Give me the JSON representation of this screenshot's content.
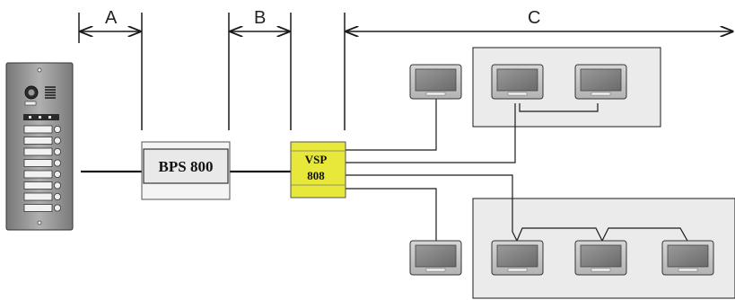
{
  "dimensions": {
    "a_label": "A",
    "b_label": "B",
    "c_label": "C"
  },
  "devices": {
    "power_supply": {
      "label": "BPS 800"
    },
    "splitter": {
      "line1": "VSP",
      "line2": "808",
      "color": "#e8e83a"
    }
  },
  "panel": {
    "name_button_count": 8,
    "icons": [
      "camera-icon",
      "speaker-grille-icon"
    ]
  },
  "monitors": {
    "count": 7,
    "group_top_count": 2,
    "group_bottom_count": 3,
    "single_count": 2
  },
  "colors": {
    "line": "#1a1a1a",
    "group_bg": "#ebebeb",
    "monitor_body": "#c9c9c9",
    "monitor_screen": "#808080",
    "panel_body": "#8f8f8f",
    "splitter": "#e8e83a"
  }
}
